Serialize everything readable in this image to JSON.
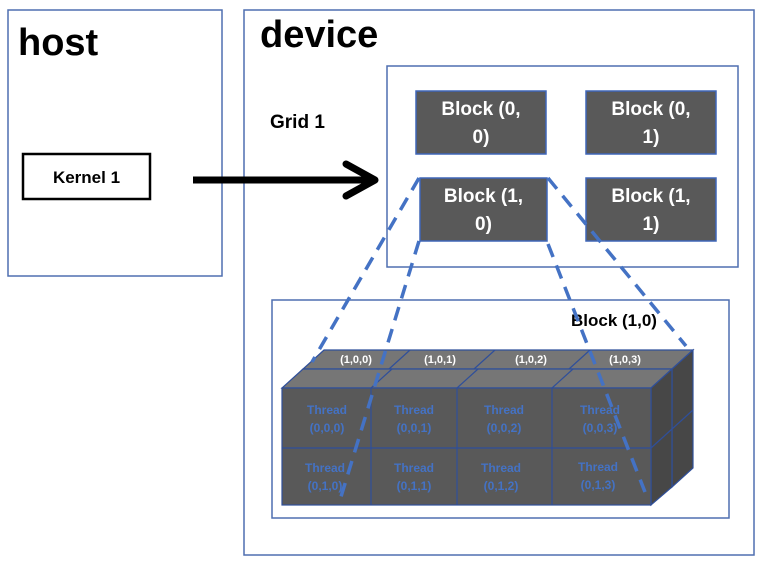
{
  "host": {
    "title": "host",
    "kernel_label": "Kernel 1"
  },
  "device": {
    "title": "device",
    "grid_label": "Grid 1",
    "blocks": [
      {
        "line1": "Block (0,",
        "line2": "0)"
      },
      {
        "line1": "Block (0,",
        "line2": "1)"
      },
      {
        "line1": "Block (1,",
        "line2": "0)"
      },
      {
        "line1": "Block (1,",
        "line2": "1)"
      }
    ],
    "block_detail": {
      "title": "Block (1,0)",
      "back_labels": [
        "(1,0,0)",
        "(1,0,1)",
        "(1,0,2)",
        "(1,0,3)"
      ],
      "threads": [
        {
          "line1": "Thread",
          "line2": "(0,0,0)"
        },
        {
          "line1": "Thread",
          "line2": "(0,0,1)"
        },
        {
          "line1": "Thread",
          "line2": "(0,0,2)"
        },
        {
          "line1": "Thread",
          "line2": "(0,0,3)"
        },
        {
          "line1": "Thread",
          "line2": "(0,1,0)"
        },
        {
          "line1": "Thread",
          "line2": "(0,1,1)"
        },
        {
          "line1": "Thread",
          "line2": "(0,1,2)"
        },
        {
          "line1": "Thread",
          "line2": "(0,1,3)"
        }
      ]
    }
  },
  "colors": {
    "accent": "#4472c4",
    "block_fill": "#595959",
    "top_face": "#767676",
    "side_face": "#474747"
  }
}
